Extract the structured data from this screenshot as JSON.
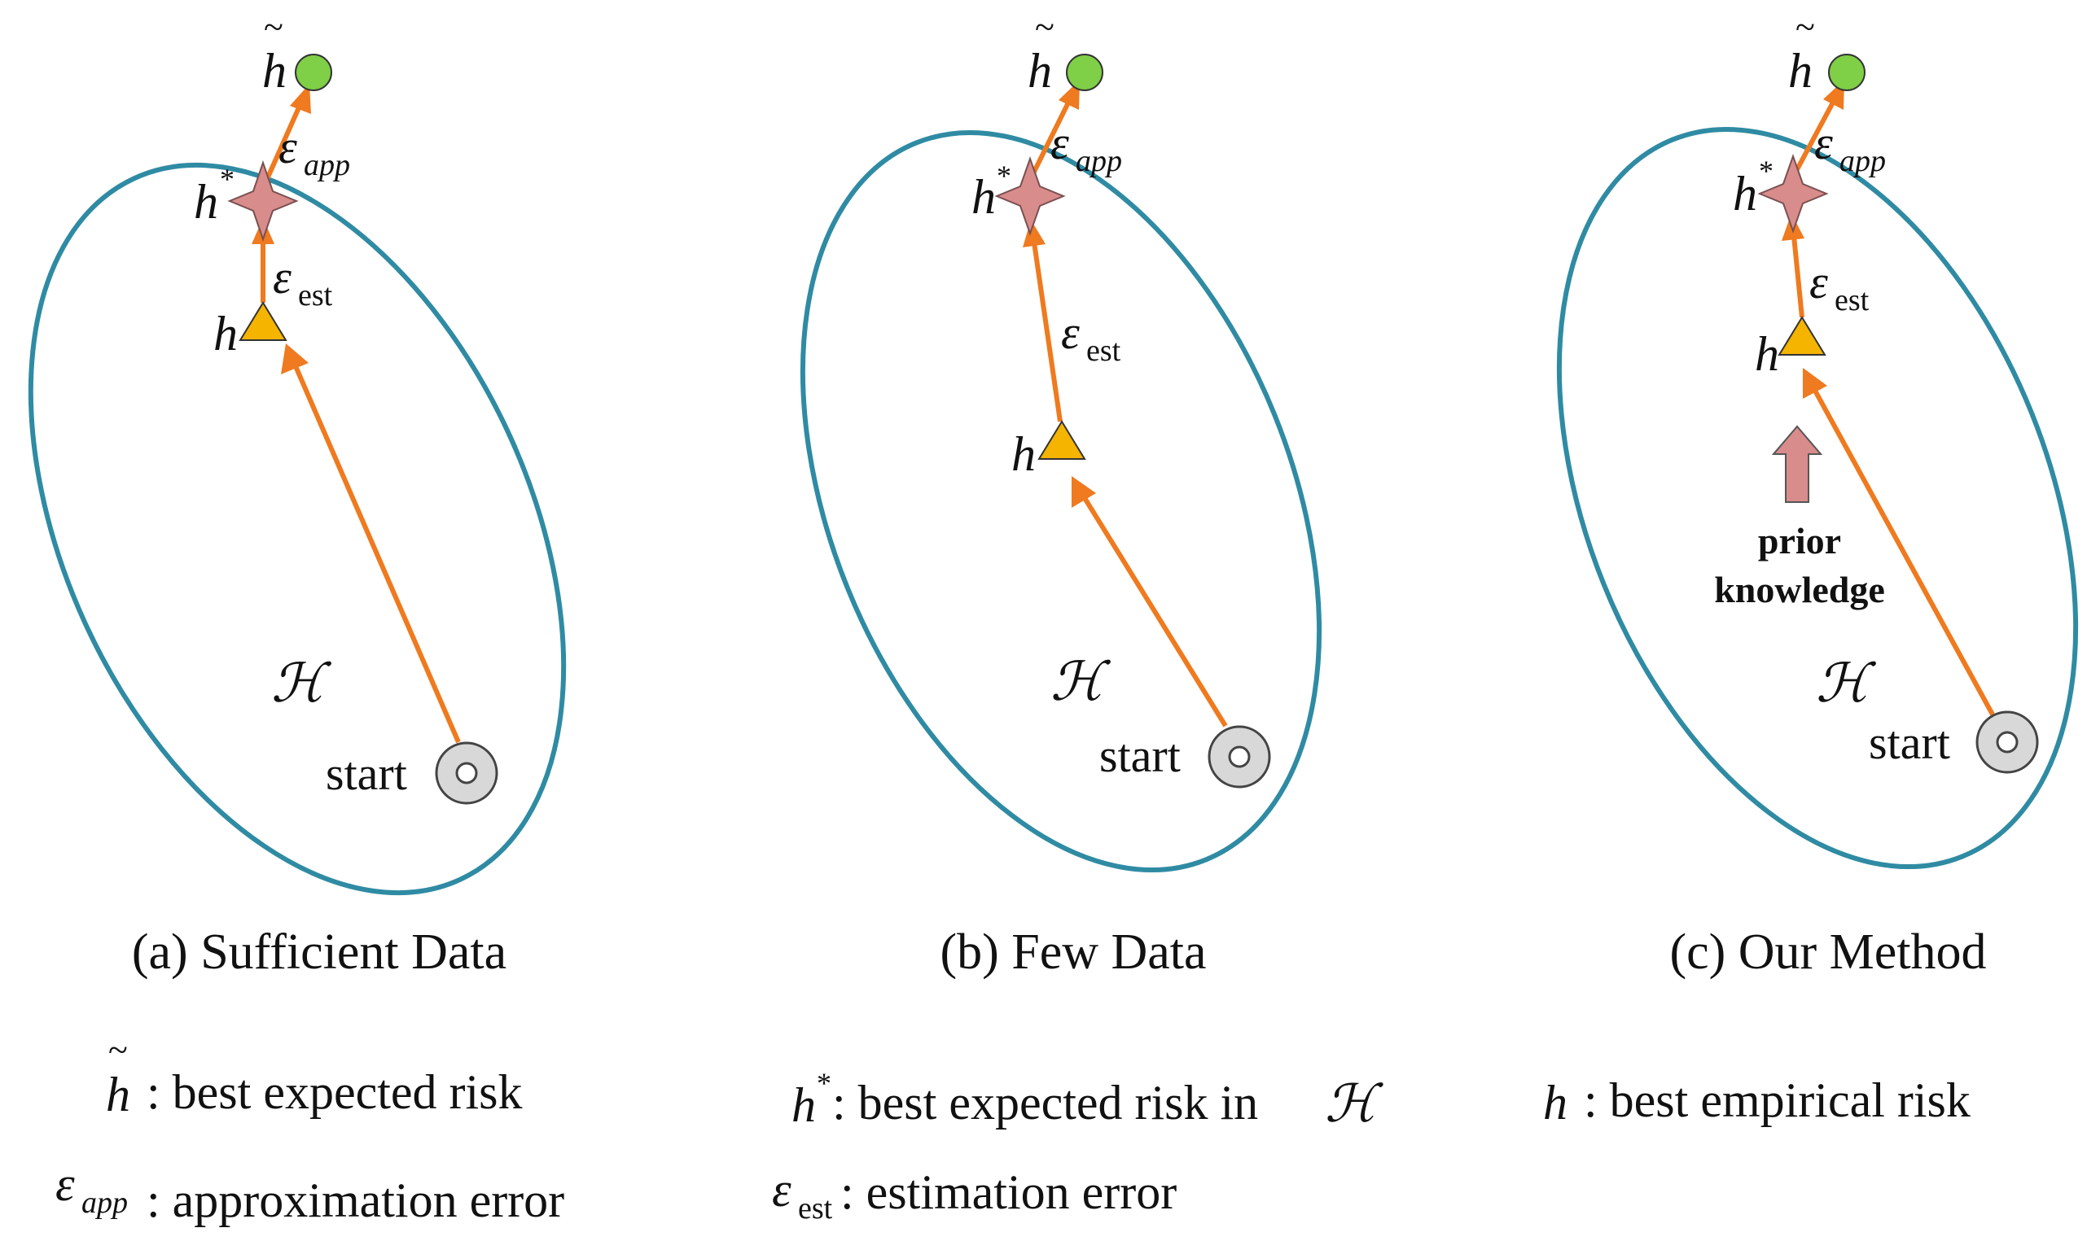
{
  "symbols": {
    "h_tilde": "h",
    "tilde": "~",
    "h_star": "h",
    "star": "*",
    "h_hat": "h",
    "epsilon": "ε",
    "app": "app",
    "est": "est",
    "hypothesis_space": "ℋ",
    "start": "start"
  },
  "panels": [
    {
      "caption": "(a) Sufficient Data"
    },
    {
      "caption": "(b) Few Data"
    },
    {
      "caption": "(c) Our Method",
      "prior_line1": "prior",
      "prior_line2": "knowledge"
    }
  ],
  "legend": {
    "best_expected_risk": ": best expected risk",
    "best_expected_risk_in": ": best expected risk in ",
    "best_empirical_risk": ": best empirical risk",
    "approximation_error": ": approximation error",
    "estimation_error": ": estimation error"
  },
  "colors": {
    "ellipse": "#2f8ba3",
    "arrow": "#ef7a1f",
    "h_tilde_marker": "#7fcf47",
    "h_star_marker": "#d98c8c",
    "h_marker": "#f5b400",
    "start_marker": "#d8d8d8",
    "prior_arrow": "#d98c8c"
  }
}
